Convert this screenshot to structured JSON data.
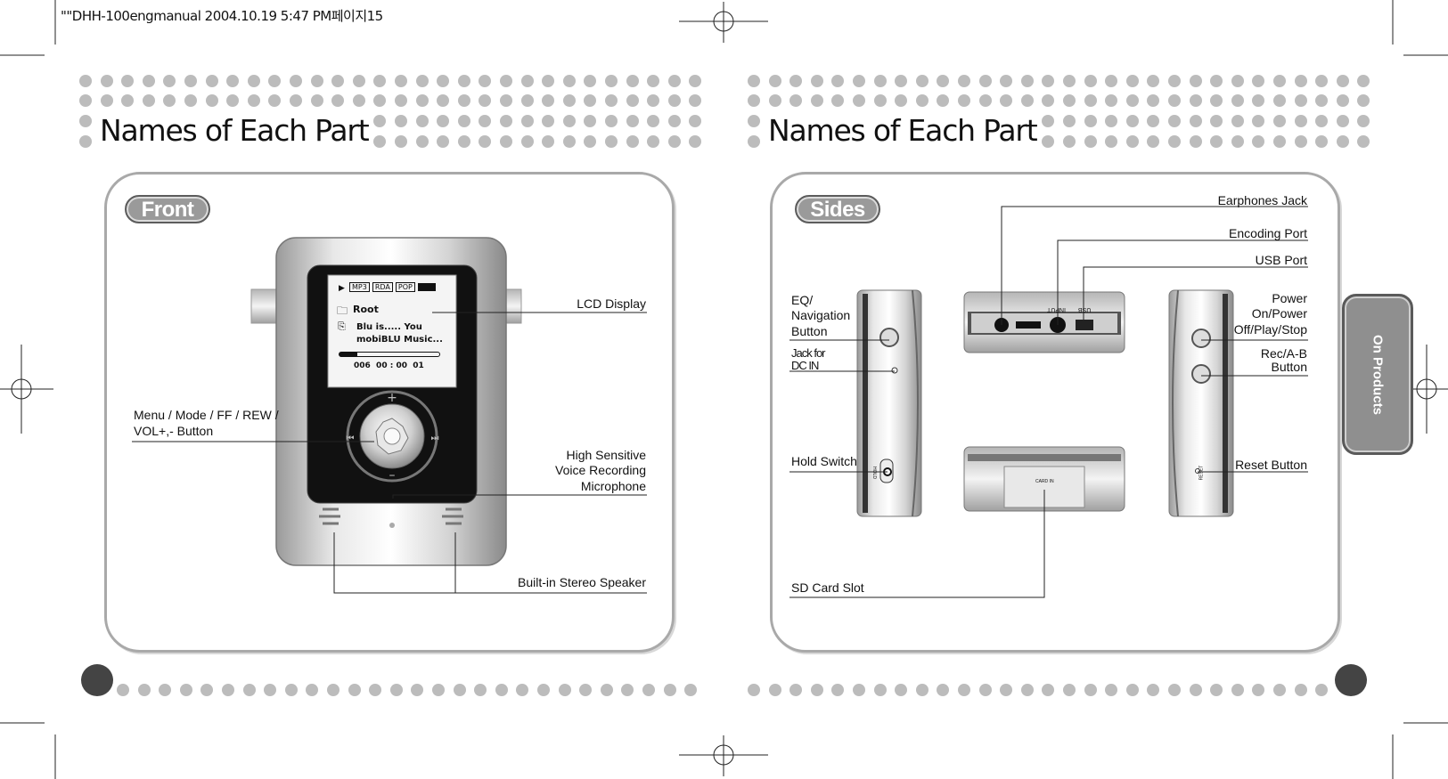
{
  "header": {
    "file_line": "\"\"DHH-100engmanual  2004.10.19 5:47 PM페이지15"
  },
  "left_page": {
    "title": "Names of Each Part",
    "section_label": "Front",
    "labels": {
      "lcd": "LCD Display",
      "menu_line1": "Menu / Mode / FF / REW /",
      "menu_line2": "VOL+,- Button",
      "mic_line1": "High Sensitive",
      "mic_line2": "Voice Recording",
      "mic_line3": "Microphone",
      "speaker": "Built-in Stereo Speaker"
    },
    "lcd_screen": {
      "tags": [
        "MP3",
        "RDA",
        "POP"
      ],
      "folder": "Root",
      "track_line1": "Blu is..... You",
      "track_line2": "mobiBLU Music...",
      "counter": "006  00 : 00  01",
      "progress": 0.18
    }
  },
  "right_page": {
    "title": "Names of Each Part",
    "section_label": "Sides",
    "side_tab": "On Products",
    "labels": {
      "earphones": "Earphones Jack",
      "encoding": "Encoding Port",
      "usb": "USB Port",
      "eq_line1": "EQ/",
      "eq_line2": "Navigation",
      "eq_line3": "Button",
      "dc_line1": "Jack for",
      "dc_line2": "DC IN",
      "hold": "Hold Switch",
      "sd": "SD Card Slot",
      "power_line1": "Power",
      "power_line2": "On/Power",
      "power_line3": "Off/Play/Stop",
      "rec_line1": "Rec/A-B",
      "rec_line2": "Button",
      "reset": "Reset Button"
    },
    "device_marks": {
      "input": "INPUT",
      "usb": "USB",
      "card_in": "CARD IN",
      "reset": "RESET",
      "hold": "HOLD"
    }
  },
  "colors": {
    "dot": "#bcbcbc",
    "panel_border": "#a9a9a9",
    "pill": "#9a9a9a",
    "tab": "#8f8f8f"
  }
}
